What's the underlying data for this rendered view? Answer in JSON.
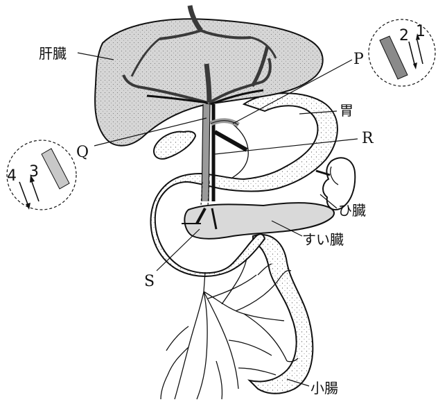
{
  "labels": {
    "liver": "肝臓",
    "stomach": "胃",
    "spleen": "ひ臓",
    "pancreas": "すい臓",
    "small_intestine": "小腸",
    "P": "P",
    "Q": "Q",
    "R": "R",
    "S": "S"
  },
  "insets": {
    "right": {
      "arrow_a": "2",
      "arrow_b": "1"
    },
    "left": {
      "arrow_a": "4",
      "arrow_b": "3"
    }
  },
  "colors": {
    "organ_fill": "#d9d9d9",
    "vessel_dark": "#3a3a3a",
    "vessel_black": "#111111",
    "inset_bar_dark": "#8a8a8a",
    "inset_bar_light": "#c8c8c8"
  }
}
